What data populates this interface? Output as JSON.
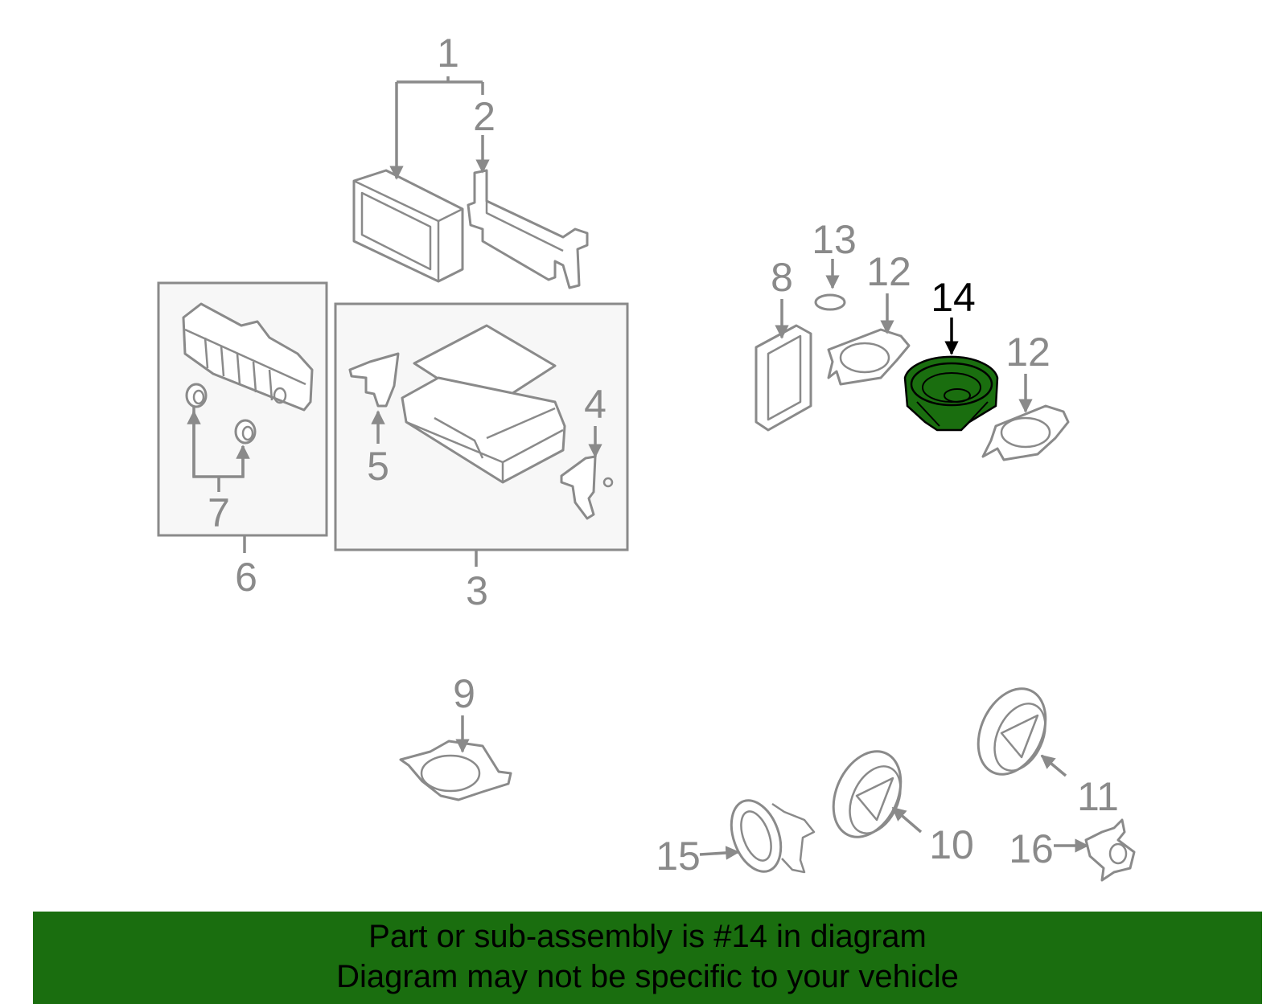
{
  "callouts": {
    "c1": "1",
    "c2": "2",
    "c3": "3",
    "c4": "4",
    "c5": "5",
    "c6": "6",
    "c7": "7",
    "c8": "8",
    "c9": "9",
    "c10": "10",
    "c11": "11",
    "c12a": "12",
    "c12b": "12",
    "c13": "13",
    "c14": "14",
    "c15": "15",
    "c16": "16"
  },
  "highlight": {
    "part": "14",
    "color": "#1a6e0f"
  },
  "banner": {
    "line1": "Part or sub-assembly is #14 in diagram",
    "line2": "Diagram may not be specific to your vehicle"
  }
}
